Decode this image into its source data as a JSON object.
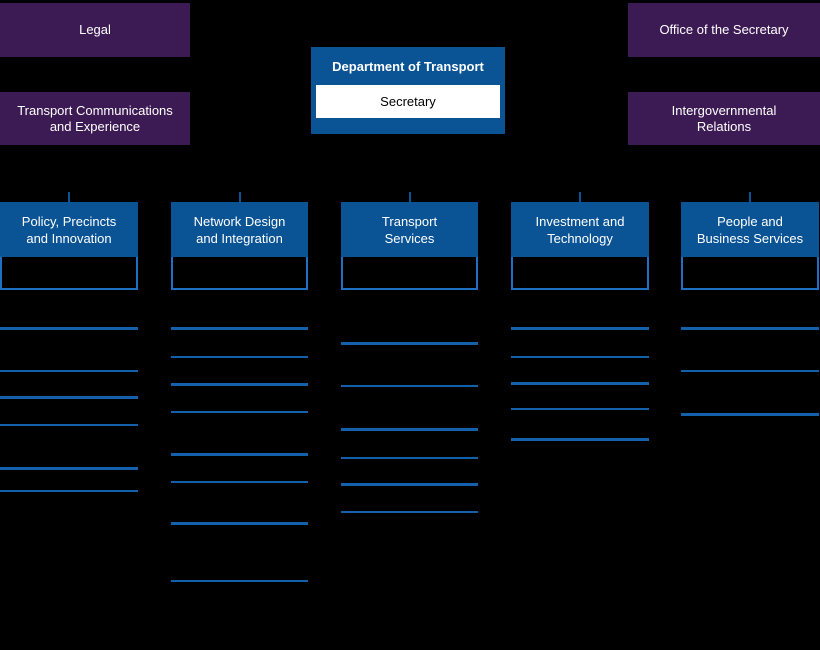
{
  "page": {
    "title": "Department of Transport organisational chart",
    "background_color": "#000000",
    "accent_blue": "#0a5394",
    "rule_blue": "#1361ab",
    "support_purple": "#3c1a53"
  },
  "top_unit": {
    "title": "Department of Transport",
    "role": "Secretary"
  },
  "support_units": [
    {
      "label": "Legal",
      "side": "left"
    },
    {
      "label": "Transport Communications\nand Experience",
      "side": "left"
    },
    {
      "label": "Office of the Secretary",
      "side": "right"
    },
    {
      "label": "Intergovernmental\nRelations",
      "side": "right"
    }
  ],
  "divisions": [
    {
      "name": "Policy, Precincts\nand Innovation",
      "branch_count": 6
    },
    {
      "name": "Network Design\nand Integration",
      "branch_count": 8
    },
    {
      "name": "Transport\nServices",
      "branch_count": 6
    },
    {
      "name": "Investment and\nTechnology",
      "branch_count": 5
    },
    {
      "name": "People and\nBusiness Services",
      "branch_count": 3
    }
  ],
  "branch_rules": {
    "column_1": [
      327,
      370,
      396,
      424,
      467,
      490
    ],
    "column_2": [
      327,
      356,
      383,
      411,
      453,
      481,
      522,
      580
    ],
    "column_3": [
      342,
      385,
      428,
      457,
      483,
      511
    ],
    "column_4": [
      327,
      356,
      382,
      408,
      438
    ],
    "column_5": [
      327,
      370,
      413
    ]
  }
}
